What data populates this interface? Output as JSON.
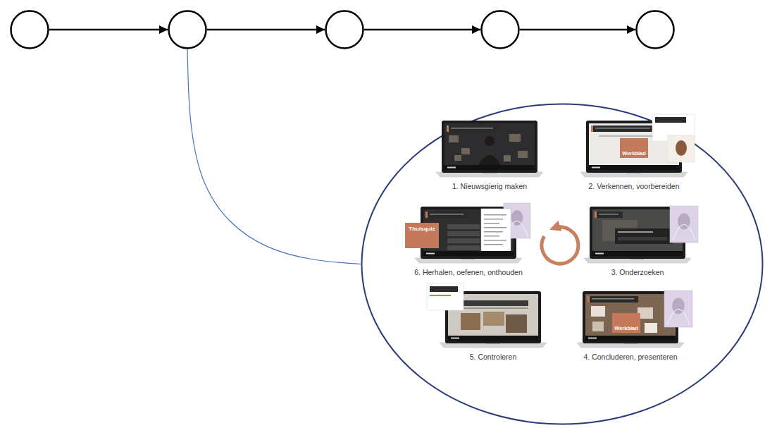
{
  "diagram": {
    "nodes": [
      {
        "text": []
      },
      {
        "text": []
      },
      {
        "text": []
      },
      {
        "text": []
      },
      {
        "text": []
      },
      {
        "text": []
      },
      {
        "text": [
          "1. Nieuwsgierig maken"
        ],
        "in": 5
      },
      {
        "text": [
          "2. Verkennen, voorbereiden",
          "Werkblad"
        ],
        "in": 5
      },
      {
        "text": [
          "3. Onderzoeken"
        ],
        "in": 5
      },
      {
        "text": [
          "4. Concluderen, presenteren",
          "Werkblad"
        ],
        "in": 5
      },
      {
        "text": [
          "5. Controleren"
        ],
        "in": 5
      },
      {
        "text": [
          "6. Herhalen, oefenen, onthouden",
          "Thuisquiz"
        ],
        "in": 5
      }
    ],
    "edges": [
      {
        "from": 0,
        "to": 1,
        "arrow": "to"
      },
      {
        "from": 1,
        "to": 2,
        "arrow": "to"
      },
      {
        "from": 2,
        "to": 3,
        "arrow": "to"
      },
      {
        "from": 3,
        "to": 4,
        "arrow": "to"
      },
      {
        "from": 1,
        "to": 5,
        "arrow": "none"
      }
    ]
  }
}
